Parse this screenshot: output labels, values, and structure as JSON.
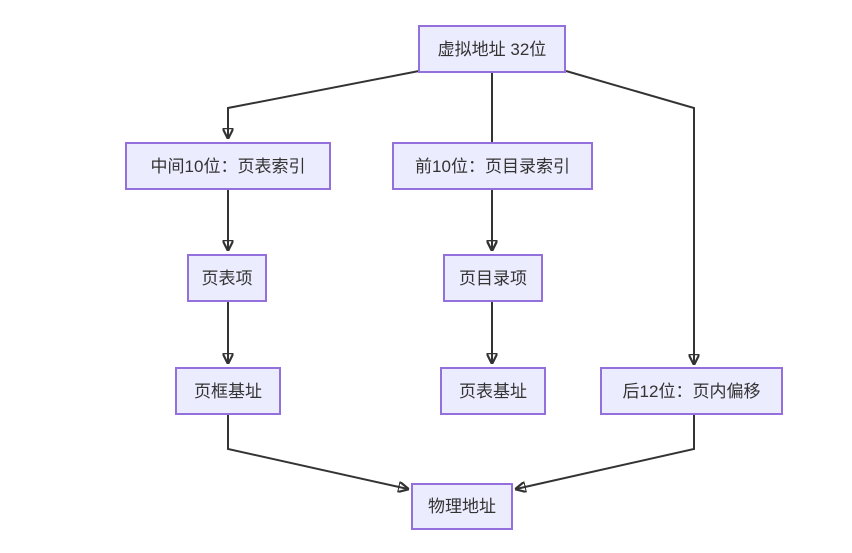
{
  "diagram": {
    "type": "flowchart",
    "direction": "top-down",
    "colors": {
      "background": "#ffffff",
      "node_fill": "#ECECFF",
      "node_border": "#9370DB",
      "edge": "#333333",
      "text": "#333333"
    },
    "nodes": [
      {
        "id": "virtual_address",
        "label": "虚拟地址 32位"
      },
      {
        "id": "middle_10bits",
        "label": "中间10位：页表索引"
      },
      {
        "id": "first_10bits",
        "label": "前10位：页目录索引"
      },
      {
        "id": "page_table_entry",
        "label": "页表项"
      },
      {
        "id": "page_directory_entry",
        "label": "页目录项"
      },
      {
        "id": "page_frame_base",
        "label": "页框基址"
      },
      {
        "id": "page_table_base",
        "label": "页表基址"
      },
      {
        "id": "last_12bits",
        "label": "后12位：页内偏移"
      },
      {
        "id": "physical_address",
        "label": "物理地址"
      }
    ],
    "edges": [
      {
        "from": "virtual_address",
        "to": "middle_10bits"
      },
      {
        "from": "virtual_address",
        "to": "first_10bits"
      },
      {
        "from": "virtual_address",
        "to": "last_12bits"
      },
      {
        "from": "middle_10bits",
        "to": "page_table_entry"
      },
      {
        "from": "page_table_entry",
        "to": "page_frame_base"
      },
      {
        "from": "first_10bits",
        "to": "page_directory_entry"
      },
      {
        "from": "page_directory_entry",
        "to": "page_table_base"
      },
      {
        "from": "page_frame_base",
        "to": "physical_address"
      },
      {
        "from": "last_12bits",
        "to": "physical_address"
      }
    ]
  }
}
